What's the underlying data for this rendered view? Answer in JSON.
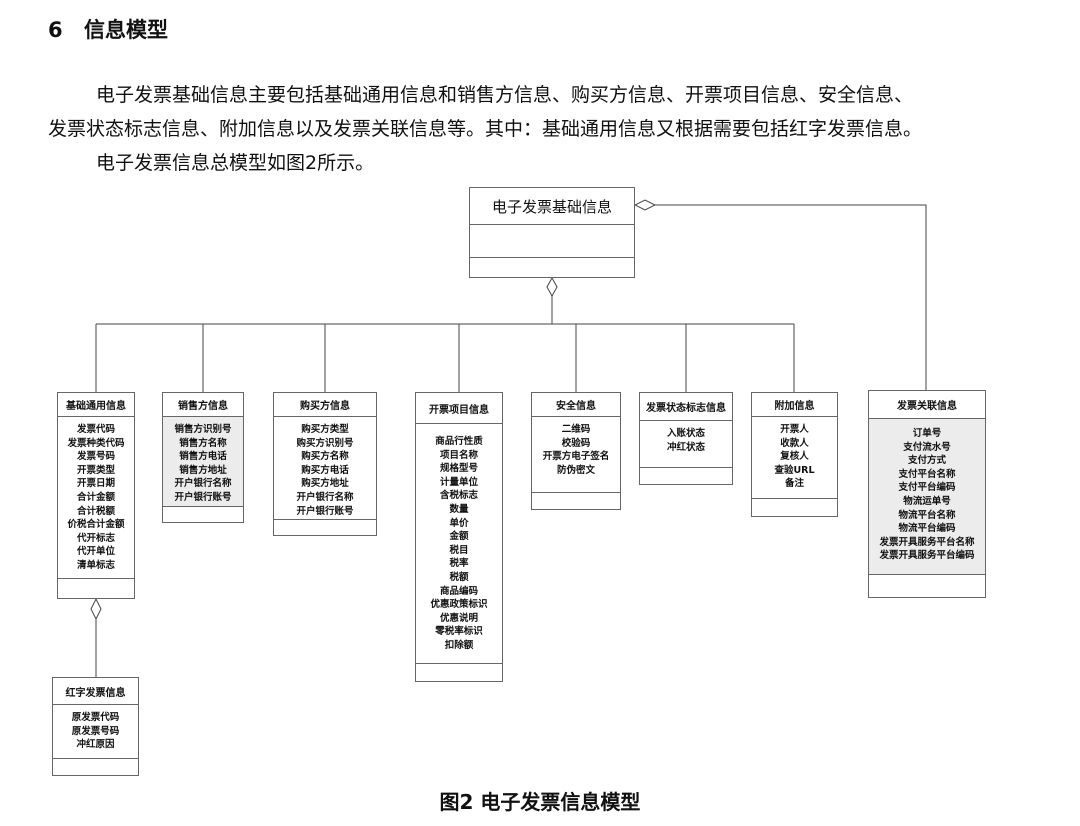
{
  "section": {
    "number": "6",
    "title": "信息模型"
  },
  "paragraphs": {
    "p1": "电子发票基础信息主要包括基础通用信息和销售方信息、购买方信息、开票项目信息、安全信息、",
    "p2": "发票状态标志信息、附加信息以及发票关联信息等。其中：基础通用信息又根据需要包括红字发票信息。",
    "p3": "电子发票信息总模型如图2所示。"
  },
  "diagram": {
    "root": {
      "title": "电子发票基础信息"
    },
    "classes": [
      {
        "id": "jichu",
        "title": "基础通用信息",
        "attributes": [
          "发票代码",
          "发票种类代码",
          "发票号码",
          "开票类型",
          "开票日期",
          "合计金额",
          "合计税额",
          "价税合计金额",
          "代开标志",
          "代开单位",
          "清单标志"
        ]
      },
      {
        "id": "xiaoshou",
        "title": "销售方信息",
        "attributes": [
          "销售方识别号",
          "销售方名称",
          "销售方电话",
          "销售方地址",
          "开户银行名称",
          "开户银行账号"
        ]
      },
      {
        "id": "goumai",
        "title": "购买方信息",
        "attributes": [
          "购买方类型",
          "购买方识别号",
          "购买方名称",
          "购买方电话",
          "购买方地址",
          "开户银行名称",
          "开户银行账号"
        ]
      },
      {
        "id": "kaipiao",
        "title": "开票项目信息",
        "attributes": [
          "商品行性质",
          "项目名称",
          "规格型号",
          "计量单位",
          "含税标志",
          "数量",
          "单价",
          "金额",
          "税目",
          "税率",
          "税额",
          "商品编码",
          "优惠政策标识",
          "优惠说明",
          "零税率标识",
          "扣除额"
        ]
      },
      {
        "id": "anquan",
        "title": "安全信息",
        "attributes": [
          "二维码",
          "校验码",
          "开票方电子签名",
          "防伪密文"
        ]
      },
      {
        "id": "zhuangtai",
        "title": "发票状态标志信息",
        "attributes": [
          "入账状态",
          "冲红状态"
        ]
      },
      {
        "id": "fujia",
        "title": "附加信息",
        "attributes": [
          "开票人",
          "收款人",
          "复核人",
          "查验URL",
          "备注"
        ]
      },
      {
        "id": "guanlian",
        "title": "发票关联信息",
        "attributes": [
          "订单号",
          "支付流水号",
          "支付方式",
          "支付平台名称",
          "支付平台编码",
          "物流运单号",
          "物流平台名称",
          "物流平台编码",
          "发票开具服务平台名称",
          "发票开具服务平台编码"
        ]
      },
      {
        "id": "hongzi",
        "title": "红字发票信息",
        "attributes": [
          "原发票代码",
          "原发票号码",
          "冲红原因"
        ]
      }
    ]
  },
  "caption": "图2 电子发票信息模型"
}
